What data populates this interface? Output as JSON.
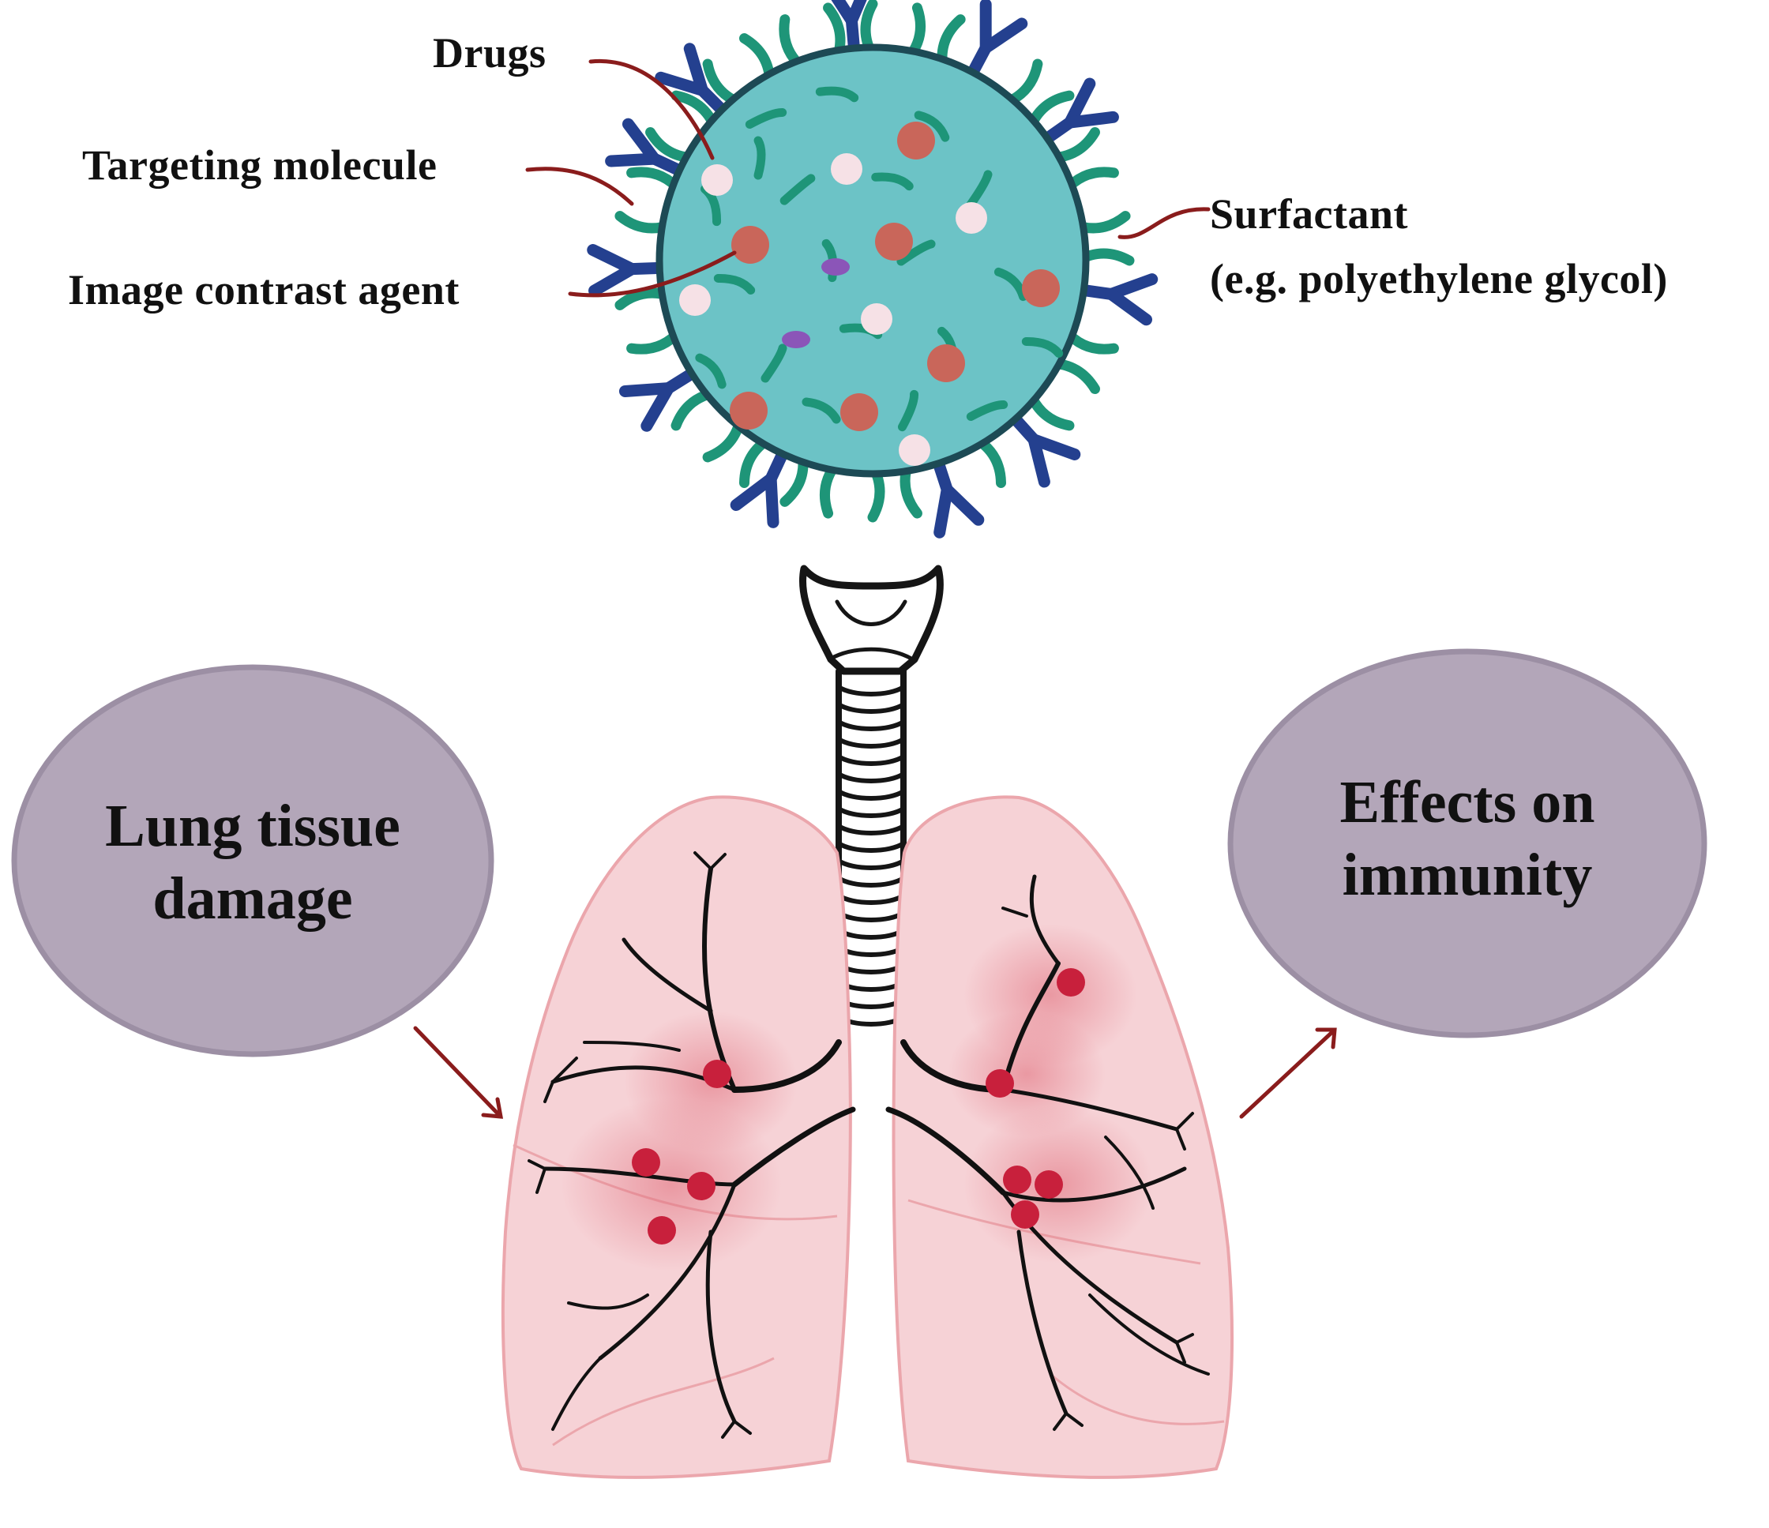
{
  "nanoparticle": {
    "labels": {
      "drugs": "Drugs",
      "targeting": "Targeting molecule",
      "contrast": "Image contrast agent",
      "surfactant_1": "Surfactant",
      "surfactant_2": "(e.g. polyethylene glycol)"
    }
  },
  "bubbles": {
    "left": {
      "line1": "Lung tissue",
      "line2": "damage"
    },
    "right": {
      "line1": "Effects on",
      "line2": "immunity"
    }
  },
  "colors": {
    "particle_fill": "#6cc3c6",
    "particle_outline": "#1d4a55",
    "surfactant": "#1e9578",
    "antibody": "#24408f",
    "contrast_dot": "#c9665a",
    "drug_dot": "#f6e1e6",
    "purple_dot": "#8b55b8",
    "leader_line": "#8a1c1c",
    "bubble_fill": "#b3a6b9",
    "bubble_stroke": "#9c8fa4",
    "lung_fill": "#f6d2d6",
    "lung_stroke": "#eba6ac",
    "inflammation": "#c8203c"
  }
}
